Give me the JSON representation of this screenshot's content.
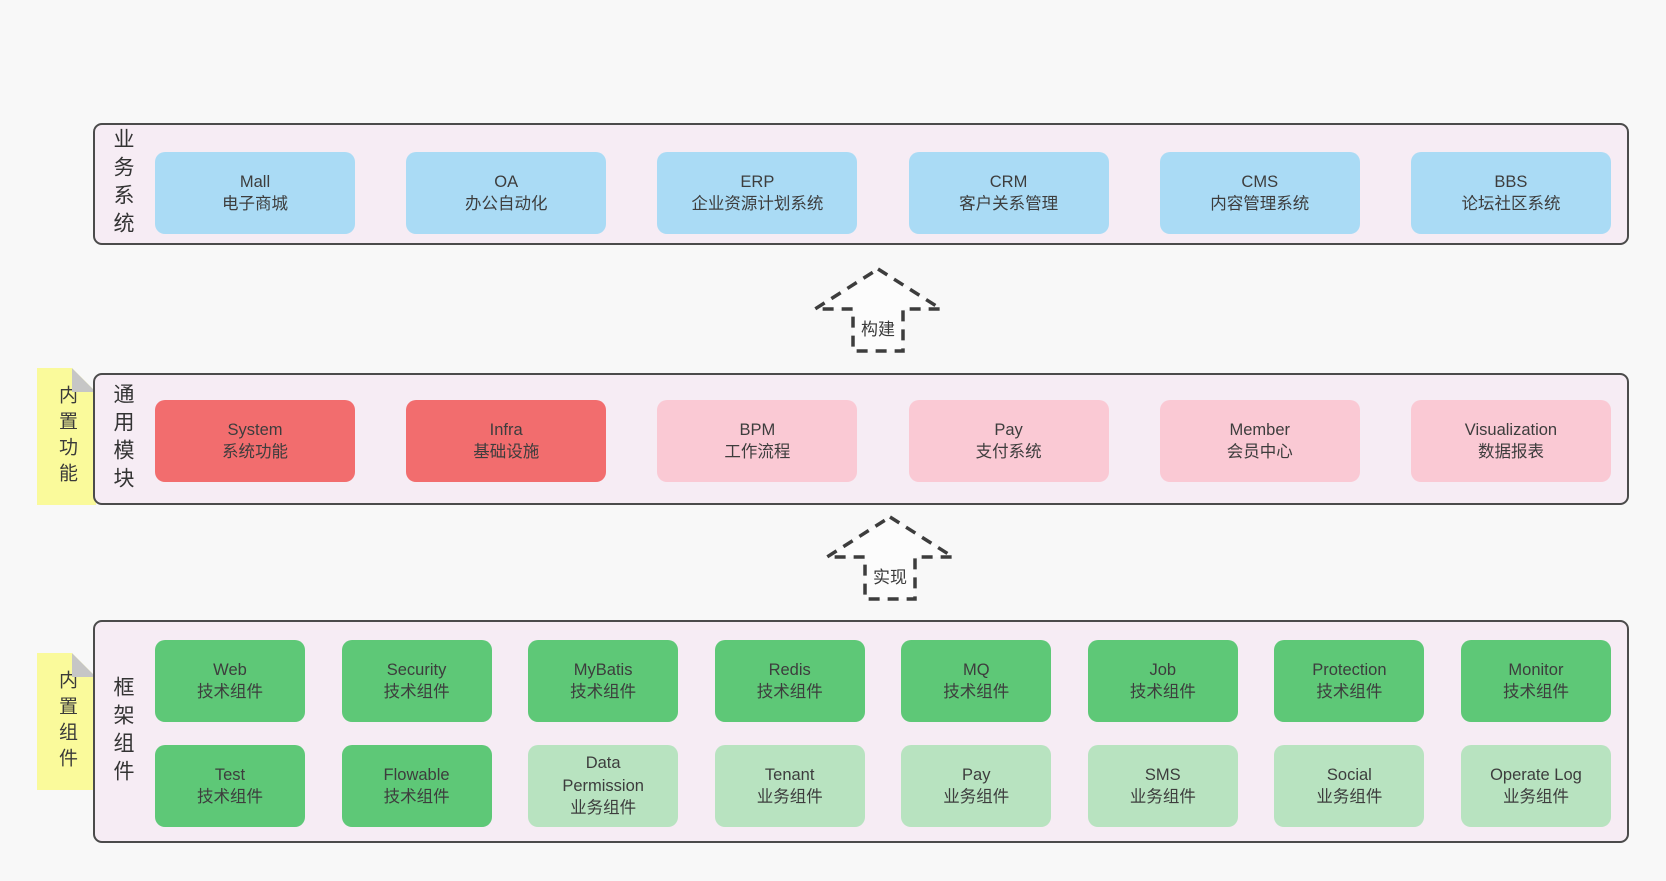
{
  "diagram": {
    "layer1": {
      "title": "业务系统",
      "boxes": [
        {
          "en": "Mall",
          "zh": "电子商城",
          "variant": "blue"
        },
        {
          "en": "OA",
          "zh": "办公自动化",
          "variant": "blue"
        },
        {
          "en": "ERP",
          "zh": "企业资源计划系统",
          "variant": "blue"
        },
        {
          "en": "CRM",
          "zh": "客户关系管理",
          "variant": "blue"
        },
        {
          "en": "CMS",
          "zh": "内容管理系统",
          "variant": "blue"
        },
        {
          "en": "BBS",
          "zh": "论坛社区系统",
          "variant": "blue"
        }
      ]
    },
    "arrow1": {
      "label": "构建"
    },
    "layer2": {
      "title": "通用模块",
      "note": "内置功能",
      "boxes": [
        {
          "en": "System",
          "zh": "系统功能",
          "variant": "red"
        },
        {
          "en": "Infra",
          "zh": "基础设施",
          "variant": "red"
        },
        {
          "en": "BPM",
          "zh": "工作流程",
          "variant": "pink"
        },
        {
          "en": "Pay",
          "zh": "支付系统",
          "variant": "pink"
        },
        {
          "en": "Member",
          "zh": "会员中心",
          "variant": "pink"
        },
        {
          "en": "Visualization",
          "zh": "数据报表",
          "variant": "pink"
        }
      ]
    },
    "arrow2": {
      "label": "实现"
    },
    "layer3": {
      "title": "框架组件",
      "note": "内置组件",
      "row1": [
        {
          "en": "Web",
          "zh": "技术组件",
          "variant": "green"
        },
        {
          "en": "Security",
          "zh": "技术组件",
          "variant": "green"
        },
        {
          "en": "MyBatis",
          "zh": "技术组件",
          "variant": "green"
        },
        {
          "en": "Redis",
          "zh": "技术组件",
          "variant": "green"
        },
        {
          "en": "MQ",
          "zh": "技术组件",
          "variant": "green"
        },
        {
          "en": "Job",
          "zh": "技术组件",
          "variant": "green"
        },
        {
          "en": "Protection",
          "zh": "技术组件",
          "variant": "green"
        },
        {
          "en": "Monitor",
          "zh": "技术组件",
          "variant": "green"
        }
      ],
      "row2": [
        {
          "en": "Test",
          "zh": "技术组件",
          "variant": "green"
        },
        {
          "en": "Flowable",
          "zh": "技术组件",
          "variant": "green"
        },
        {
          "en": "Data Permission",
          "zh": "业务组件",
          "variant": "light-green"
        },
        {
          "en": "Tenant",
          "zh": "业务组件",
          "variant": "light-green"
        },
        {
          "en": "Pay",
          "zh": "业务组件",
          "variant": "light-green"
        },
        {
          "en": "SMS",
          "zh": "业务组件",
          "variant": "light-green"
        },
        {
          "en": "Social",
          "zh": "业务组件",
          "variant": "light-green"
        },
        {
          "en": "Operate Log",
          "zh": "业务组件",
          "variant": "light-green"
        }
      ]
    }
  },
  "colors": {
    "page_bg": "#f8f8f8",
    "panel_bg": "#f6ecf4",
    "panel_border": "#4b4b4b",
    "box_blue": "#aadbf5",
    "box_red": "#f26d6e",
    "box_pink": "#fac9d4",
    "box_green": "#5ec877",
    "box_light_green": "#b8e3c0",
    "note_yellow": "#fafa9b",
    "note_fold_gray": "#c6c6c6",
    "text": "#3d3d3d",
    "arrow_stroke": "#3d3d3d"
  }
}
